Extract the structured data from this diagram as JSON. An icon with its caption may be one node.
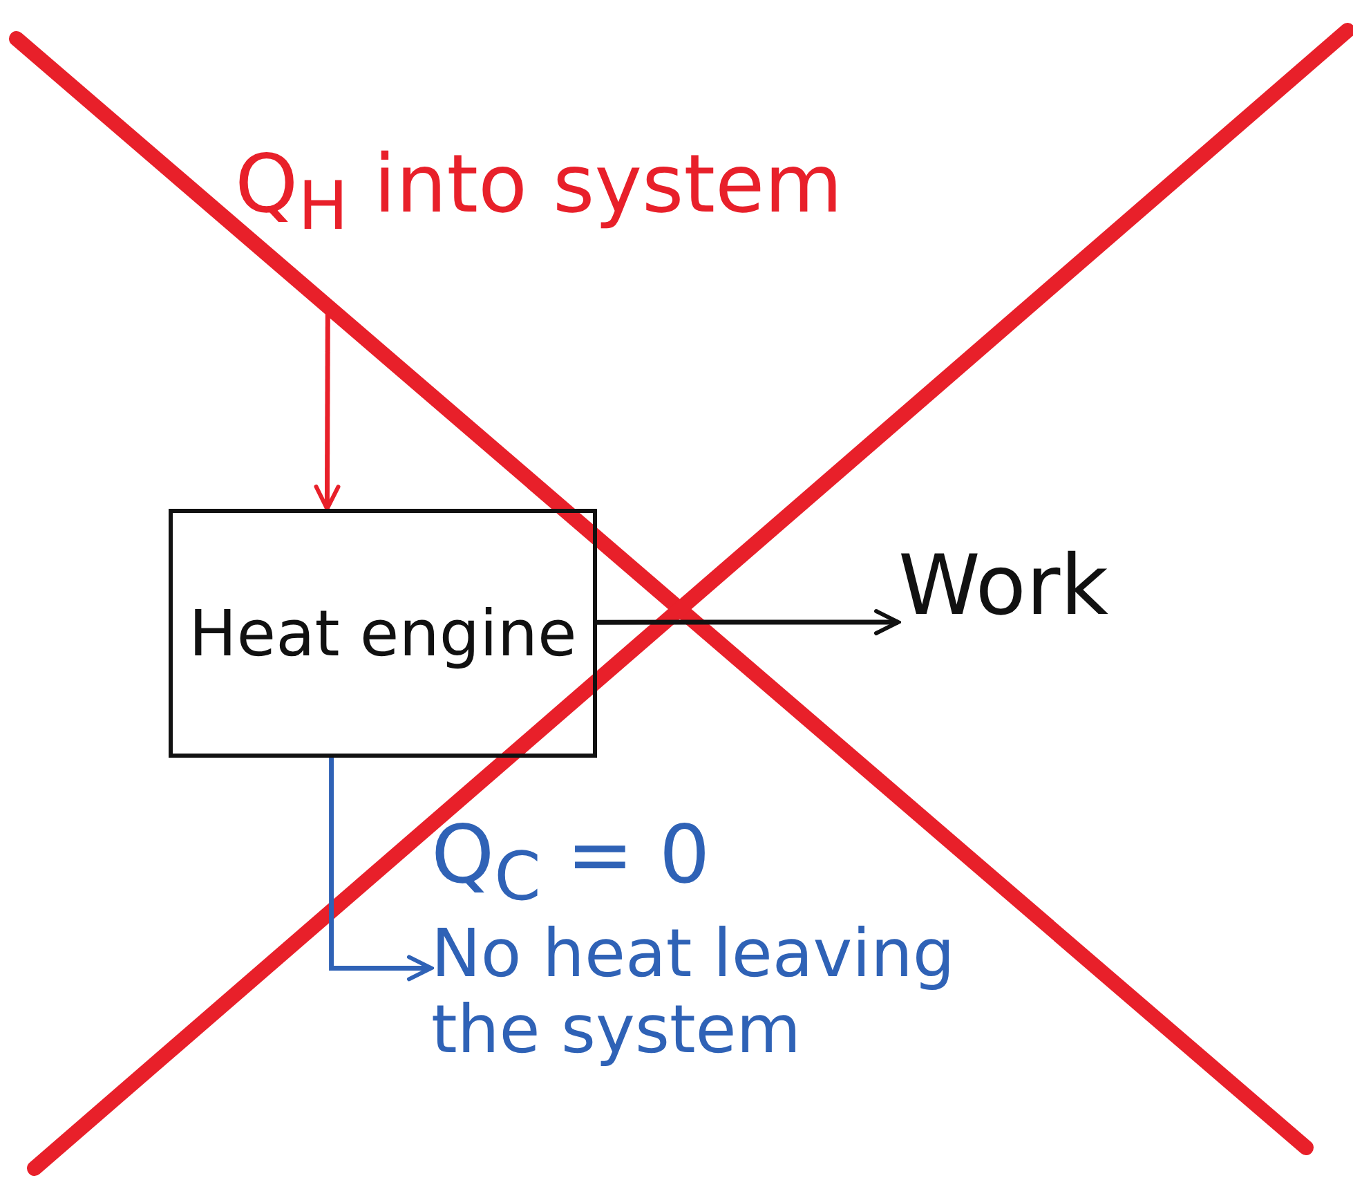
{
  "diagram": {
    "nodes": [
      {
        "text": [
          "Q$_{H}$ into system"
        ]
      },
      {
        "text": [
          "Heat engine"
        ]
      },
      {
        "text": [
          "Work"
        ]
      },
      {
        "text": [
          "Q$_{C}$ = 0",
          "No heat leaving the system"
        ]
      }
    ],
    "edges": [
      {
        "from": 0,
        "to": 1,
        "arrow": "to",
        "color": "#e8202a"
      },
      {
        "from": 1,
        "to": 2,
        "arrow": "to",
        "color": "#111111"
      },
      {
        "from": 1,
        "to": 3,
        "arrow": "to",
        "color": "#2f62b6"
      }
    ]
  }
}
